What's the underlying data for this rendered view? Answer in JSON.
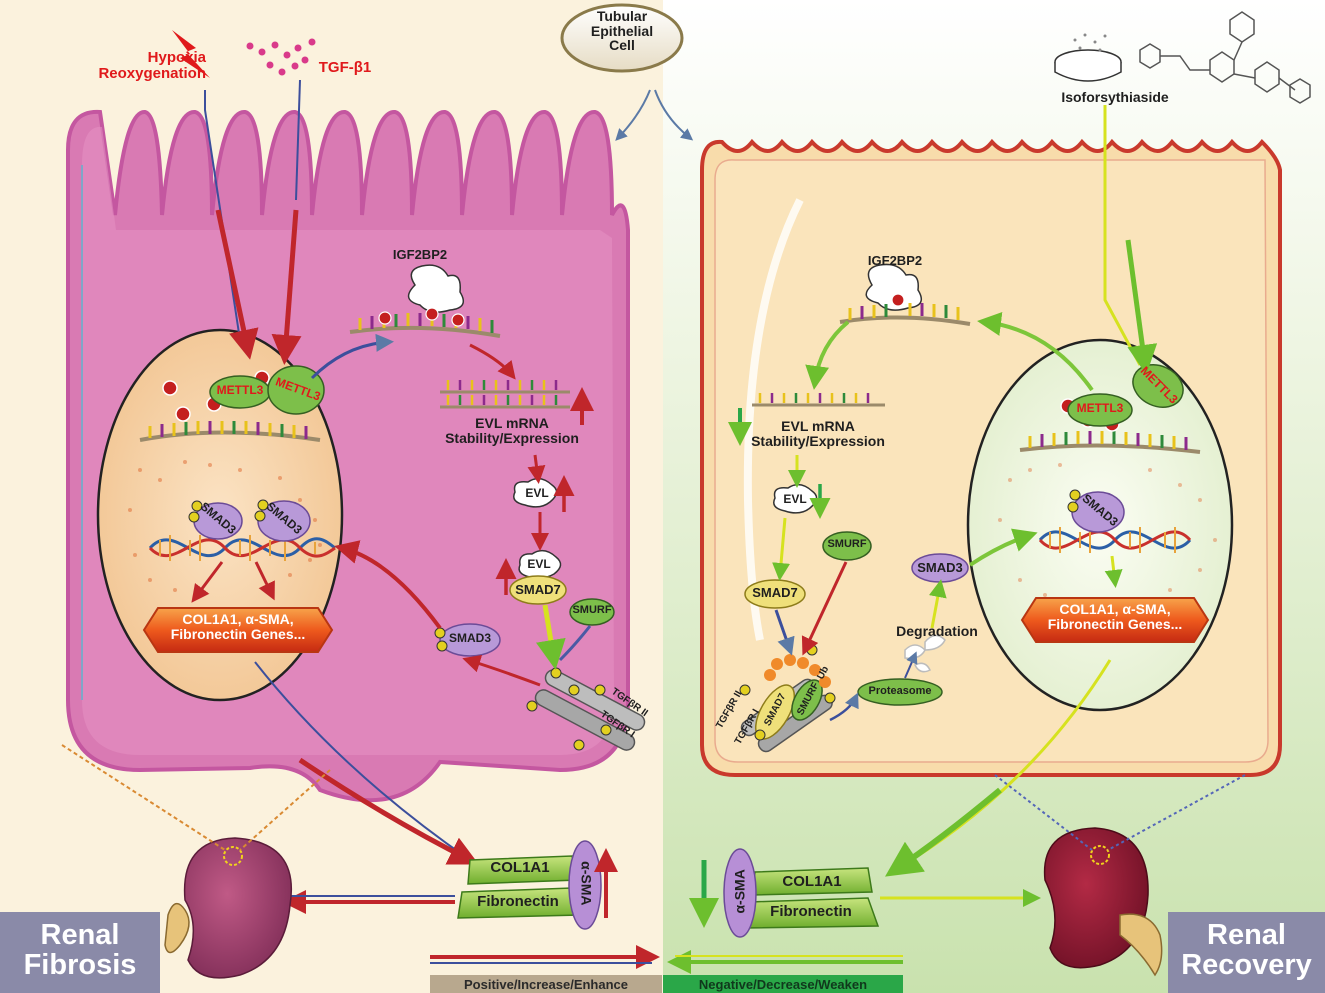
{
  "header": {
    "cell_type": "Tubular\nEpithelial\nCell"
  },
  "left": {
    "stimulus_1": "Hypoxia\nReoxygenation",
    "stimulus_2": "TGF-β1",
    "reader": "IGF2BP2",
    "writer_1": "METTL3",
    "writer_2": "METTL3",
    "evl_mrna": "EVL mRNA\nStability/Expression",
    "evl": "EVL",
    "evl_bound": "EVL",
    "smad7": "SMAD7",
    "smurf": "SMURF",
    "smad3_free": "SMAD3",
    "smad3_a": "SMAD3",
    "smad3_b": "SMAD3",
    "receptor_1": "TGFβR II",
    "receptor_2": "TGFβR I",
    "genes": "COL1A1, α-SMA,\nFibronectin Genes...",
    "product_1": "COL1A1",
    "product_2": "Fibronectin",
    "product_3": "α-SMA",
    "outcome": "Renal\nFibrosis"
  },
  "right": {
    "drug": "Isoforsythiaside",
    "reader": "IGF2BP2",
    "writer_1": "METTL3",
    "writer_2": "METTL3",
    "evl_mrna": "EVL mRNA\nStability/Expression",
    "evl": "EVL",
    "smad7": "SMAD7",
    "smurf": "SMURF",
    "smad3_free": "SMAD3",
    "smad3_dna": "SMAD3",
    "complex_smad7": "SMAD7",
    "complex_smurf": "SMURF",
    "complex_ub": "Ub",
    "receptor_1": "TGFβR II",
    "receptor_2": "TGFβR I",
    "proteasome": "Proteasome",
    "degradation": "Degradation",
    "genes": "COL1A1, α-SMA,\nFibronectin Genes...",
    "product_1": "COL1A1",
    "product_2": "Fibronectin",
    "product_3": "α-SMA",
    "outcome": "Renal\nRecovery"
  },
  "legend": {
    "positive": "Positive/Increase/Enhance",
    "negative": "Negative/Decrease/Weaken"
  },
  "colors": {
    "left_background": "#fbf2dd",
    "right_background": "#dcebc8",
    "left_cell": "#d97ab3",
    "right_cell": "#f8dcab",
    "positive_arrow": "#c0262b",
    "negative_arrow": "#7dc63a",
    "legend_positive": "#b8a88e",
    "legend_negative": "#2aa748",
    "outcome_box": "#8a8aa8"
  }
}
